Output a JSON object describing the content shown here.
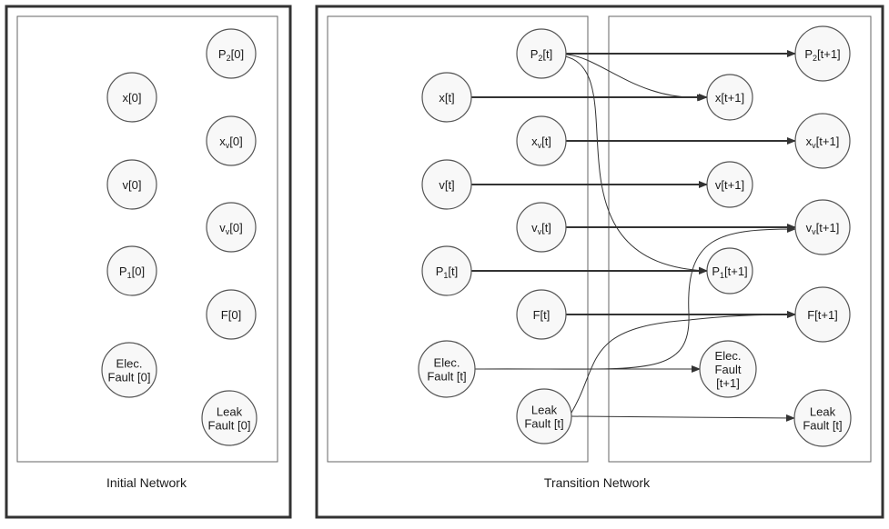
{
  "initial_network": {
    "caption": "Initial Network",
    "nodes": [
      {
        "id": "P2_0",
        "base": "P",
        "sub": "2",
        "rest": "[0]"
      },
      {
        "id": "x_0",
        "base": "x[0]",
        "sub": "",
        "rest": ""
      },
      {
        "id": "xv_0",
        "base": "x",
        "sub": "v",
        "rest": "[0]"
      },
      {
        "id": "v_0",
        "base": "v[0]",
        "sub": "",
        "rest": ""
      },
      {
        "id": "vv_0",
        "base": "v",
        "sub": "v",
        "rest": "[0]"
      },
      {
        "id": "P1_0",
        "base": "P",
        "sub": "1",
        "rest": "[0]"
      },
      {
        "id": "F_0",
        "base": "F[0]",
        "sub": "",
        "rest": ""
      },
      {
        "id": "elec_0",
        "lines": [
          "Elec.",
          "Fault [0]"
        ]
      },
      {
        "id": "leak_0",
        "lines": [
          "Leak",
          "Fault [0]"
        ]
      }
    ]
  },
  "transition_network": {
    "caption": "Transition Network",
    "nodes": [
      {
        "id": "P2_t",
        "base": "P",
        "sub": "2",
        "rest": "[t]"
      },
      {
        "id": "x_t",
        "base": "x[t]",
        "sub": "",
        "rest": ""
      },
      {
        "id": "xv_t",
        "base": "x",
        "sub": "v",
        "rest": "[t]"
      },
      {
        "id": "v_t",
        "base": "v[t]",
        "sub": "",
        "rest": ""
      },
      {
        "id": "vv_t",
        "base": "v",
        "sub": "v",
        "rest": "[t]"
      },
      {
        "id": "P1_t",
        "base": "P",
        "sub": "1",
        "rest": "[t]"
      },
      {
        "id": "F_t",
        "base": "F[t]",
        "sub": "",
        "rest": ""
      },
      {
        "id": "elec_t",
        "lines": [
          "Elec.",
          "Fault [t]"
        ]
      },
      {
        "id": "leak_t",
        "lines": [
          "Leak",
          "Fault [t]"
        ]
      },
      {
        "id": "P2_t1",
        "base": "P",
        "sub": "2",
        "rest": "[t+1]"
      },
      {
        "id": "x_t1",
        "base": "x[t+1]",
        "sub": "",
        "rest": ""
      },
      {
        "id": "xv_t1",
        "base": "x",
        "sub": "v",
        "rest": "[t+1]"
      },
      {
        "id": "v_t1",
        "base": "v[t+1]",
        "sub": "",
        "rest": ""
      },
      {
        "id": "vv_t1",
        "base": "v",
        "sub": "v",
        "rest": "[t+1]"
      },
      {
        "id": "P1_t1",
        "base": "P",
        "sub": "1",
        "rest": "[t+1]"
      },
      {
        "id": "F_t1",
        "base": "F[t+1]",
        "sub": "",
        "rest": ""
      },
      {
        "id": "elec_t1",
        "lines": [
          "Elec.",
          "Fault",
          "[t+1]"
        ]
      },
      {
        "id": "leak_t1",
        "lines": [
          "Leak",
          "Fault [t]"
        ]
      }
    ],
    "edges": [
      {
        "from": "P2_t",
        "to": "P2_t1"
      },
      {
        "from": "P2_t",
        "to": "x_t1"
      },
      {
        "from": "P2_t",
        "to": "P1_t1"
      },
      {
        "from": "x_t",
        "to": "x_t1"
      },
      {
        "from": "xv_t",
        "to": "xv_t1"
      },
      {
        "from": "v_t",
        "to": "v_t1"
      },
      {
        "from": "vv_t",
        "to": "vv_t1"
      },
      {
        "from": "P1_t",
        "to": "P1_t1"
      },
      {
        "from": "F_t",
        "to": "F_t1"
      },
      {
        "from": "elec_t",
        "to": "elec_t1"
      },
      {
        "from": "elec_t",
        "to": "vv_t1"
      },
      {
        "from": "leak_t",
        "to": "leak_t1"
      },
      {
        "from": "leak_t",
        "to": "F_t1"
      }
    ]
  }
}
